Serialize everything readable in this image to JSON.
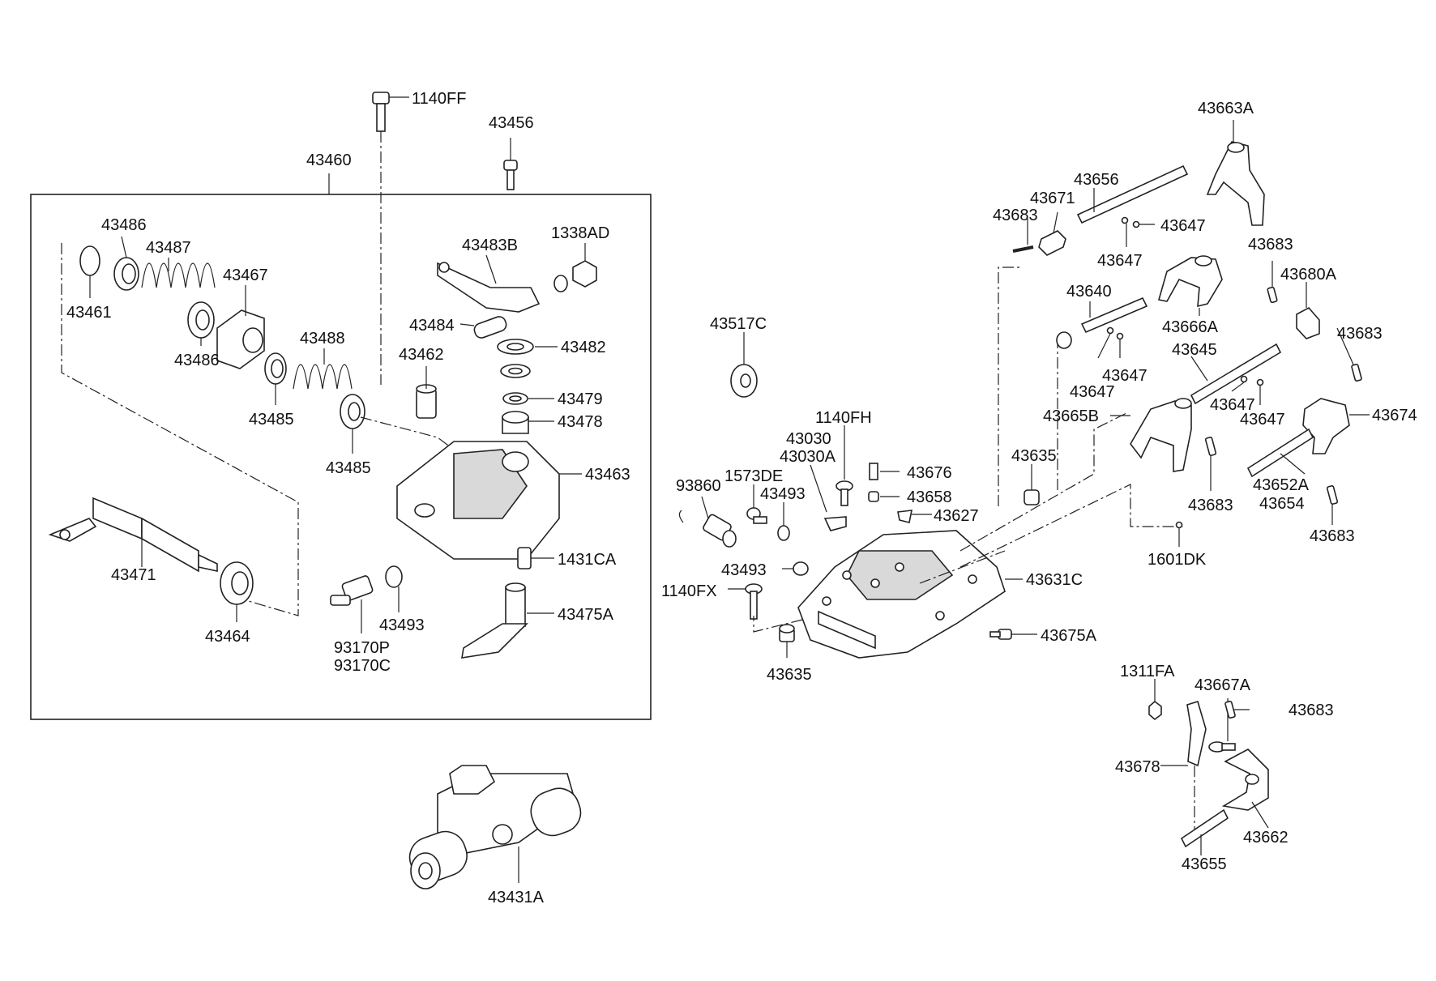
{
  "diagram": {
    "parts": [
      {
        "id": "1140FF",
        "label": "1140FF"
      },
      {
        "id": "43456",
        "label": "43456"
      },
      {
        "id": "43460",
        "label": "43460"
      },
      {
        "id": "43486a",
        "label": "43486"
      },
      {
        "id": "43487",
        "label": "43487"
      },
      {
        "id": "43461",
        "label": "43461"
      },
      {
        "id": "43467",
        "label": "43467"
      },
      {
        "id": "43486b",
        "label": "43486"
      },
      {
        "id": "43488",
        "label": "43488"
      },
      {
        "id": "43485a",
        "label": "43485"
      },
      {
        "id": "43485b",
        "label": "43485"
      },
      {
        "id": "43483B",
        "label": "43483B"
      },
      {
        "id": "1338AD",
        "label": "1338AD"
      },
      {
        "id": "43484",
        "label": "43484"
      },
      {
        "id": "43482",
        "label": "43482"
      },
      {
        "id": "43462",
        "label": "43462"
      },
      {
        "id": "43479",
        "label": "43479"
      },
      {
        "id": "43478",
        "label": "43478"
      },
      {
        "id": "43463",
        "label": "43463"
      },
      {
        "id": "43471",
        "label": "43471"
      },
      {
        "id": "43464",
        "label": "43464"
      },
      {
        "id": "1431CA",
        "label": "1431CA"
      },
      {
        "id": "43475A",
        "label": "43475A"
      },
      {
        "id": "43493a",
        "label": "43493"
      },
      {
        "id": "93170P",
        "label": "93170P"
      },
      {
        "id": "93170C",
        "label": "93170C"
      },
      {
        "id": "43431A",
        "label": "43431A"
      },
      {
        "id": "43517C",
        "label": "43517C"
      },
      {
        "id": "43030",
        "label": "43030"
      },
      {
        "id": "43030A",
        "label": "43030A"
      },
      {
        "id": "1140FH",
        "label": "1140FH"
      },
      {
        "id": "93860",
        "label": "93860"
      },
      {
        "id": "1573DE",
        "label": "1573DE"
      },
      {
        "id": "43493b",
        "label": "43493"
      },
      {
        "id": "43493c",
        "label": "43493"
      },
      {
        "id": "1140FX",
        "label": "1140FX"
      },
      {
        "id": "43635a",
        "label": "43635"
      },
      {
        "id": "43676",
        "label": "43676"
      },
      {
        "id": "43658",
        "label": "43658"
      },
      {
        "id": "43627",
        "label": "43627"
      },
      {
        "id": "43631C",
        "label": "43631C"
      },
      {
        "id": "43675A",
        "label": "43675A"
      },
      {
        "id": "43635b",
        "label": "43635"
      },
      {
        "id": "43663A",
        "label": "43663A"
      },
      {
        "id": "43656",
        "label": "43656"
      },
      {
        "id": "43671",
        "label": "43671"
      },
      {
        "id": "43683a",
        "label": "43683"
      },
      {
        "id": "43647a",
        "label": "43647"
      },
      {
        "id": "43647b",
        "label": "43647"
      },
      {
        "id": "43683b",
        "label": "43683"
      },
      {
        "id": "43680A",
        "label": "43680A"
      },
      {
        "id": "43640",
        "label": "43640"
      },
      {
        "id": "43666A",
        "label": "43666A"
      },
      {
        "id": "43683c",
        "label": "43683"
      },
      {
        "id": "43645",
        "label": "43645"
      },
      {
        "id": "43647c",
        "label": "43647"
      },
      {
        "id": "43647d",
        "label": "43647"
      },
      {
        "id": "43647e",
        "label": "43647"
      },
      {
        "id": "43647f",
        "label": "43647"
      },
      {
        "id": "43665B",
        "label": "43665B"
      },
      {
        "id": "43674",
        "label": "43674"
      },
      {
        "id": "43652A",
        "label": "43652A"
      },
      {
        "id": "43654",
        "label": "43654"
      },
      {
        "id": "43683d",
        "label": "43683"
      },
      {
        "id": "43683e",
        "label": "43683"
      },
      {
        "id": "1601DK",
        "label": "1601DK"
      },
      {
        "id": "1311FA",
        "label": "1311FA"
      },
      {
        "id": "43667A",
        "label": "43667A"
      },
      {
        "id": "43683f",
        "label": "43683"
      },
      {
        "id": "43678",
        "label": "43678"
      },
      {
        "id": "43662",
        "label": "43662"
      },
      {
        "id": "43655",
        "label": "43655"
      }
    ]
  }
}
